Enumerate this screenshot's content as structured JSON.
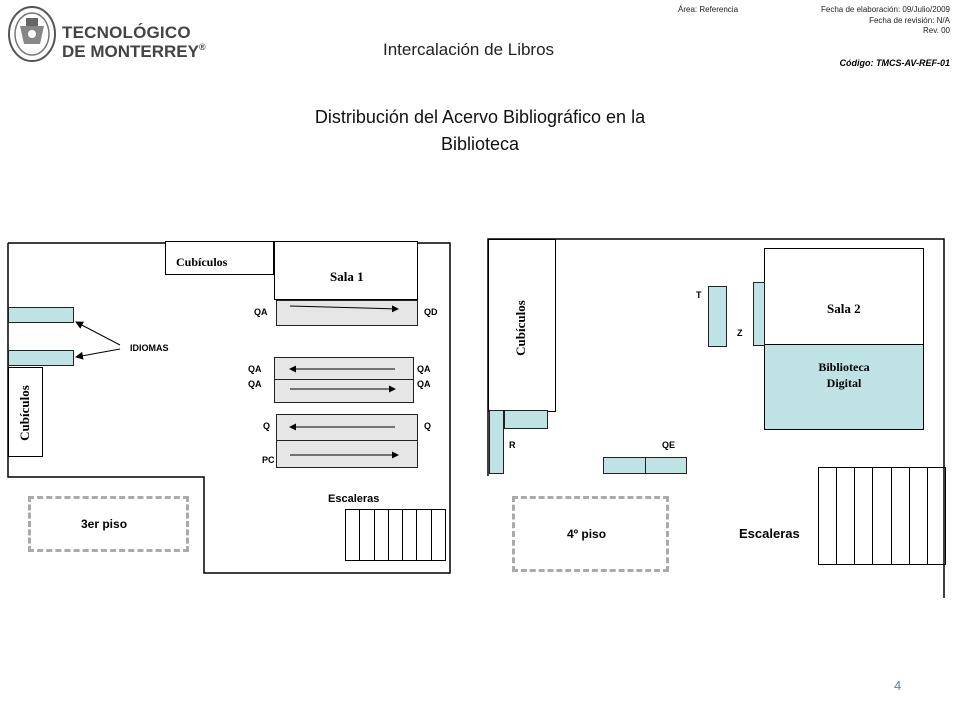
{
  "header": {
    "logo_line1": "TECNOLÓGICO",
    "logo_line2": "DE MONTERREY",
    "logo_mark": "®",
    "area": "Área: Referencia",
    "fecha_elaboracion": "Fecha de elaboración:  09/Julio/2009",
    "fecha_revision": "Fecha de revisión:  N/A",
    "rev": "Rev. 00",
    "codigo": "Código: TMCS-AV-REF-01",
    "doc_title": "Intercalación de Libros"
  },
  "main_title_line1": "Distribución del  Acervo Bibliográfico en la",
  "main_title_line2": "Biblioteca",
  "floor3": {
    "cubiculos_top": "Cubículos",
    "sala1": "Sala 1",
    "idiomas": "IDIOMAS",
    "cubiculos_side": "Cubículos",
    "qa": "QA",
    "qd": "QD",
    "qa2": "QA",
    "qa3": "QA",
    "qa4": "QA",
    "qa5": "QA",
    "q1": "Q",
    "q2": "Q",
    "pc": "PC",
    "escaleras": "Escaleras",
    "floor_label": "3er piso"
  },
  "floor4": {
    "cubiculos": "Cubículos",
    "sala2": "Sala  2",
    "biblioteca_digital_1": "Biblioteca",
    "biblioteca_digital_2": "Digital",
    "t": "T",
    "z": "Z",
    "r": "R",
    "qe": "QE",
    "escaleras": "Escaleras",
    "floor_label": "4º piso"
  },
  "page_number": "4",
  "colors": {
    "shelf": "#bfe2e4",
    "digital": "#bfe2e4",
    "page_number": "#5b7fb2"
  }
}
